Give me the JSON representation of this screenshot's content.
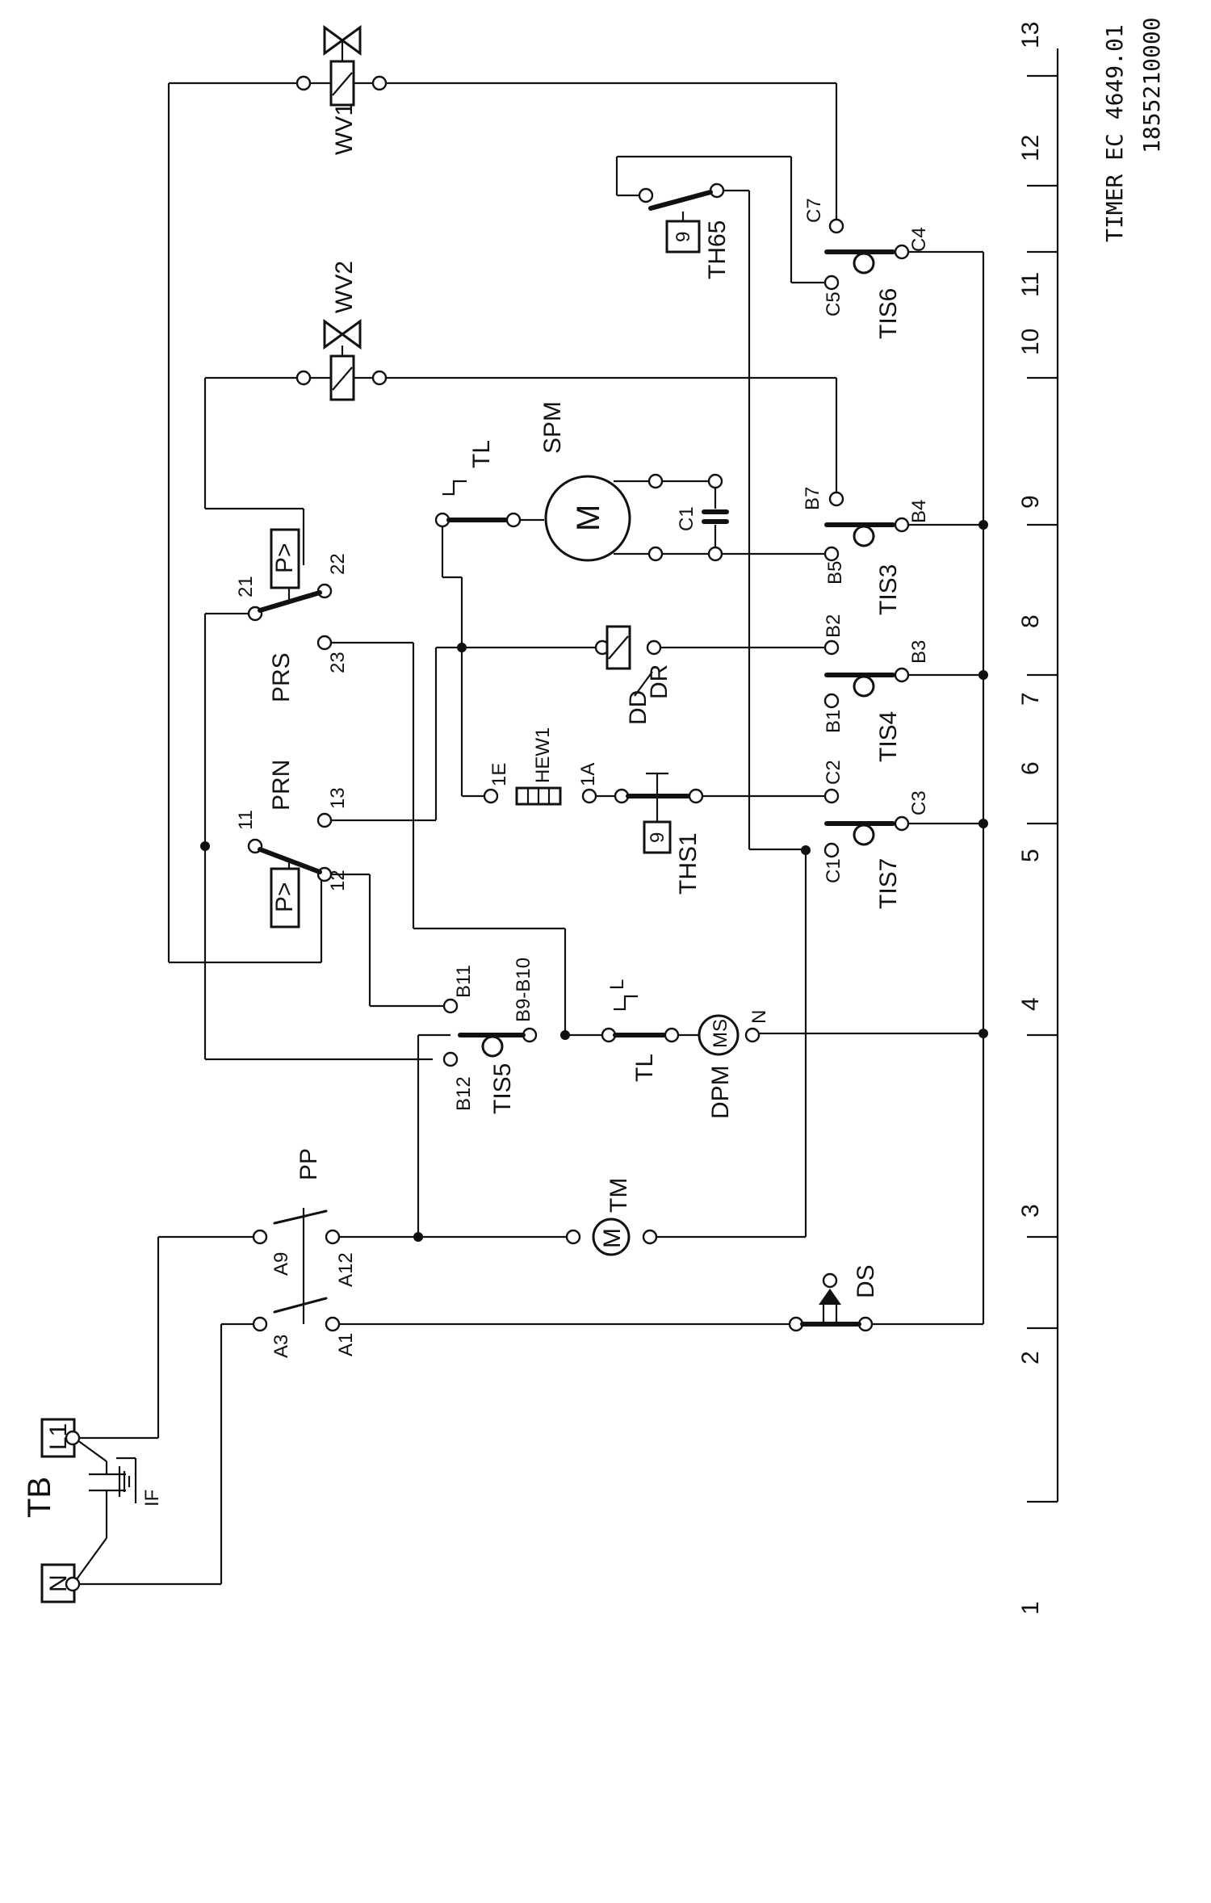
{
  "title": {
    "line1": "TIMER EC 4649.01",
    "line2": "1855210000"
  },
  "scale": {
    "marks": [
      "1",
      "2",
      "3",
      "4",
      "5",
      "6",
      "7",
      "8",
      "9",
      "10",
      "11",
      "12",
      "13"
    ]
  },
  "components": {
    "tb": "TB",
    "l1": "L1",
    "n": "N",
    "if": "IF",
    "pp": "PP",
    "a9": "A9",
    "a3": "A3",
    "a12": "A12",
    "a1": "A1",
    "tm": "TM",
    "tm_symbol": "M",
    "ds": "DS",
    "wv1": "WV1",
    "wv2": "WV2",
    "prs": "PRS",
    "prn": "PRN",
    "p_symbol": "P>",
    "c21": "21",
    "c22": "22",
    "c23": "23",
    "c11": "11",
    "c12": "12",
    "c13": "13",
    "tl": "TL",
    "spm": "SPM",
    "spm_symbol": "M",
    "c1": "C1",
    "dd": "DD",
    "dr": "DR",
    "hew1": "HEW1",
    "c1e": "1E",
    "c1a": "1A",
    "ths1": "THS1",
    "th65": "TH65",
    "therm_symbol": "9",
    "dpm": "DPM",
    "ms": "MS",
    "tis3": "TIS3",
    "tis4": "TIS4",
    "tis5": "TIS5",
    "tis6": "TIS6",
    "tis7": "TIS7",
    "b4": "B4",
    "b5": "B5",
    "b7": "B7",
    "b2": "B2",
    "b3": "B3",
    "b1": "B1",
    "b11": "B11",
    "b9b10": "B9-B10",
    "b12": "B12",
    "c2t": "C2",
    "c3t": "C3",
    "c1t": "C1",
    "c4t": "C4",
    "c5t": "C5",
    "c7t": "C7",
    "n_term": "N",
    "tl_pulse": "L"
  }
}
